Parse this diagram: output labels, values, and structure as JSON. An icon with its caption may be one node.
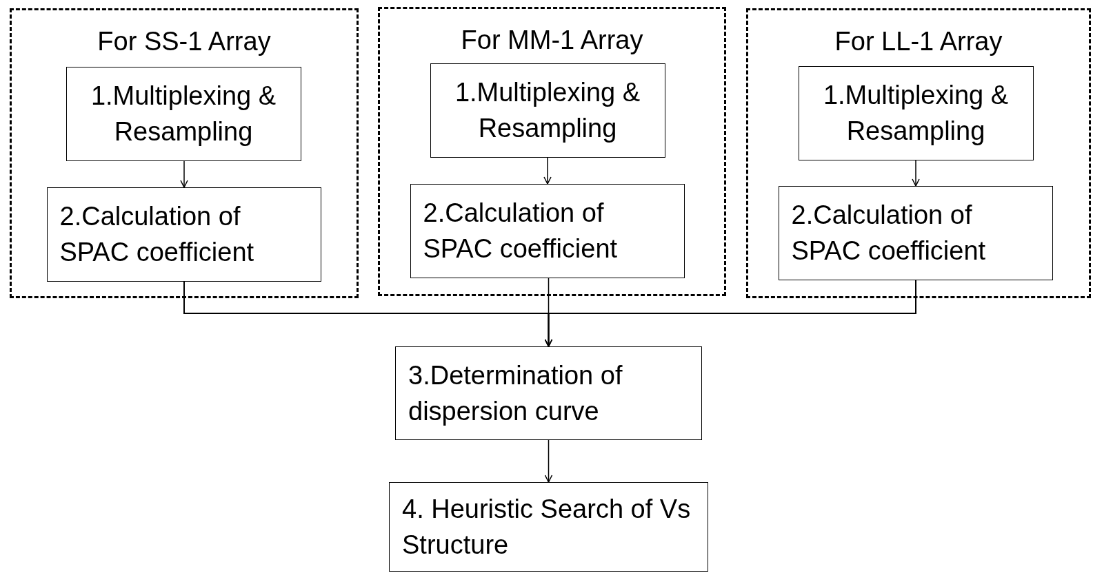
{
  "diagram": {
    "nodes": [
      {
        "text": [
          "For SS-1 Array"
        ]
      },
      {
        "text": [
          "1.Multiplexing & Resampling"
        ],
        "in": 0
      },
      {
        "text": [
          "2.Calculation of SPAC coefficient"
        ],
        "in": 0
      },
      {
        "text": [
          "For MM-1 Array"
        ]
      },
      {
        "text": [
          "1.Multiplexing & Resampling"
        ],
        "in": 3
      },
      {
        "text": [
          "2.Calculation of SPAC coefficient"
        ],
        "in": 3
      },
      {
        "text": [
          "For LL-1 Array"
        ]
      },
      {
        "text": [
          "1.Multiplexing & Resampling"
        ],
        "in": 6
      },
      {
        "text": [
          "2.Calculation of SPAC coefficient"
        ],
        "in": 6
      },
      {
        "text": [
          "3.Determination of dispersion curve"
        ]
      },
      {
        "text": [
          "4. Heuristic Search of Vs Structure"
        ]
      }
    ],
    "edges": [
      {
        "from": 1,
        "to": 2,
        "arrow": "to"
      },
      {
        "from": 4,
        "to": 5,
        "arrow": "to"
      },
      {
        "from": 7,
        "to": 8,
        "arrow": "to"
      },
      {
        "from": 2,
        "to": 9,
        "arrow": "to"
      },
      {
        "from": 5,
        "to": 9,
        "arrow": "to"
      },
      {
        "from": 8,
        "to": 9,
        "arrow": "to"
      },
      {
        "from": 9,
        "to": 10,
        "arrow": "to"
      }
    ]
  }
}
